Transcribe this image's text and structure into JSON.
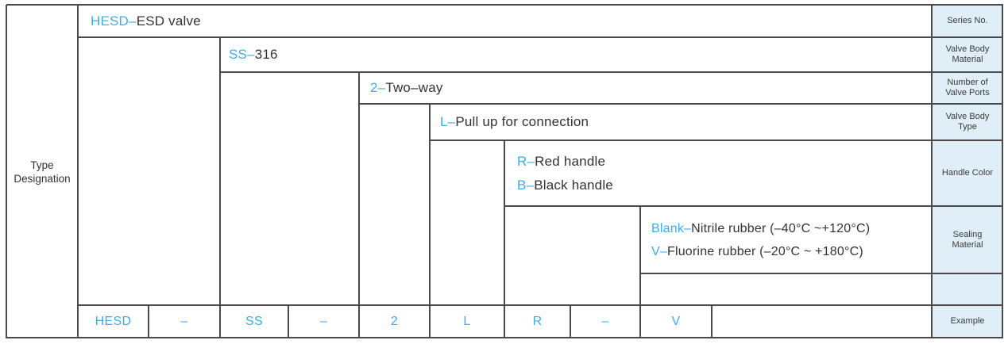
{
  "title": {
    "line1": "Type",
    "line2": "Designation"
  },
  "colors": {
    "accent": "#3FACE2",
    "category_bg": "#E0EFF7",
    "border": "#4A4A4A",
    "text": "#333333"
  },
  "designation_rows": [
    {
      "label": "Series No.",
      "entries": [
        {
          "code": "HESD–",
          "text": " ESD valve"
        }
      ]
    },
    {
      "label": "Valve Body Material",
      "entries": [
        {
          "code": "SS–",
          "text": "316"
        }
      ]
    },
    {
      "label": "Number of Valve Ports",
      "entries": [
        {
          "code": "2–",
          "text": "Two–way"
        }
      ]
    },
    {
      "label": "Valve Body Type",
      "entries": [
        {
          "code": "L–",
          "text": "Pull up for connection"
        }
      ]
    },
    {
      "label": "Handle Color",
      "entries": [
        {
          "code": "R–",
          "text": "Red handle"
        },
        {
          "code": "B–",
          "text": "Black handle"
        }
      ]
    },
    {
      "label": "Sealing Material",
      "entries": [
        {
          "code": "Blank–",
          "text": "Nitrile rubber (–40°C ~+120°C)"
        },
        {
          "code": "V–",
          "text": "Fluorine rubber (–20°C ~ +180°C)"
        }
      ]
    },
    {
      "label": "",
      "entries": []
    }
  ],
  "example_row": {
    "label": "Example",
    "cells": [
      "HESD",
      "–",
      "SS",
      "–",
      "2",
      "L",
      "R",
      "–",
      "V",
      ""
    ]
  }
}
